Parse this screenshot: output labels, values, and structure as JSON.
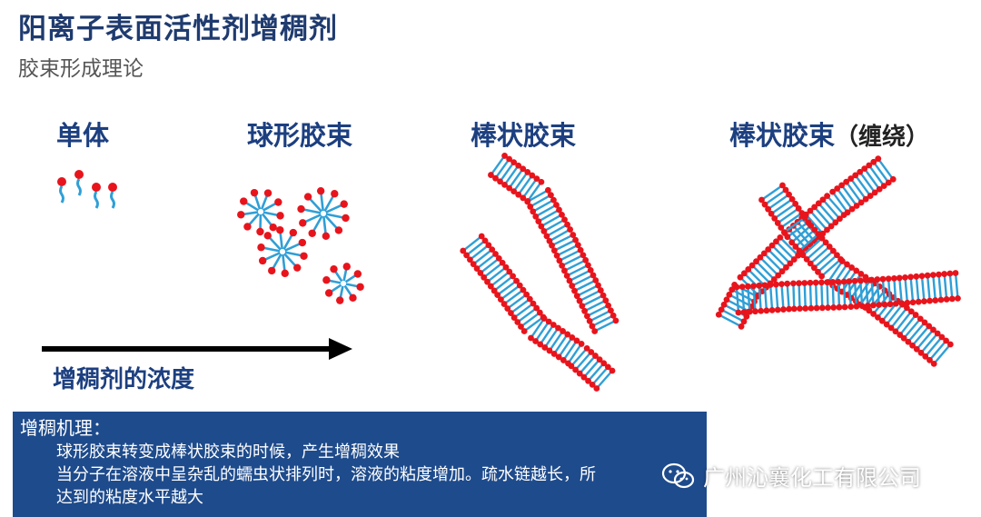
{
  "header": {
    "title": "阳离子表面活性剂增稠剂",
    "subtitle": "胶束形成理论"
  },
  "stages": {
    "monomer": "单体",
    "spherical": "球形胶束",
    "rod": "棒状胶束",
    "rod_entangled": "棒状胶束",
    "rod_entangled_note": "（缠绕）"
  },
  "arrow": {
    "label": "增稠剂的浓度"
  },
  "mechanism": {
    "title": "增稠机理：",
    "line1": "球形胶束转变成棒状胶束的时候，产生增稠效果",
    "line2": "当分子在溶液中呈杂乱的蠕虫状排列时，溶液的粘度增加。疏水链越长，所",
    "line3": "达到的粘度水平越大"
  },
  "watermark": {
    "text": "广州沁襄化工有限公司",
    "icon": "wechat-icon"
  },
  "colors": {
    "title": "#1f3b6f",
    "label": "#1c3f80",
    "head": "#e8141c",
    "tail": "#2f9fd6",
    "box": "#1e4b8c"
  }
}
